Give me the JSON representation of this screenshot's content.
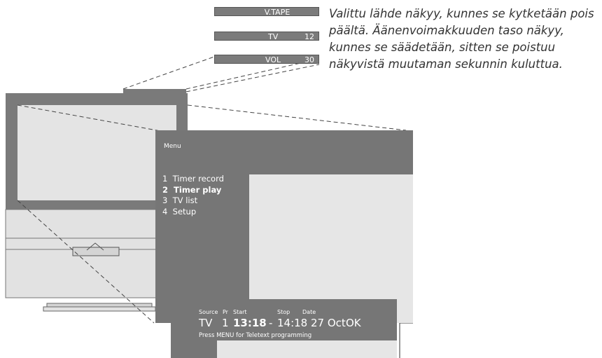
{
  "osd": {
    "source": "V.TAPE",
    "tv_label": "TV",
    "tv_number": "12",
    "vol_label": "VOL",
    "vol_value": "30"
  },
  "caption": "Valittu lähde näkyy, kunnes se kytketään pois päältä. Äänenvoimakkuuden taso näkyy, kunnes se säädetään, sitten se poistuu näkyvistä muutaman sekunnin kuluttua.",
  "menu": {
    "title": "Menu",
    "items": [
      {
        "number": "1",
        "label": "Timer record"
      },
      {
        "number": "2",
        "label": "Timer play"
      },
      {
        "number": "3",
        "label": "TV list"
      },
      {
        "number": "4",
        "label": "Setup"
      }
    ],
    "selected": "Timer play"
  },
  "timer": {
    "headers": {
      "source": "Source",
      "pr": "Pr",
      "start": "Start",
      "stop": "Stop",
      "date": "Date"
    },
    "values": {
      "source": "TV",
      "pr": "1",
      "start": "13:18",
      "dash": "-",
      "stop": "14:18",
      "date": "27 Oct",
      "ok": "OK"
    },
    "hint": "Press MENU for Teletext programming"
  },
  "colors": {
    "osd_bar": "#7b7b7b",
    "menu": "#767676",
    "panel": "#e6e6e6",
    "tv_frame": "#797979",
    "tv_screen": "#e4e4e4",
    "tv_body": "#e0e0e0"
  }
}
